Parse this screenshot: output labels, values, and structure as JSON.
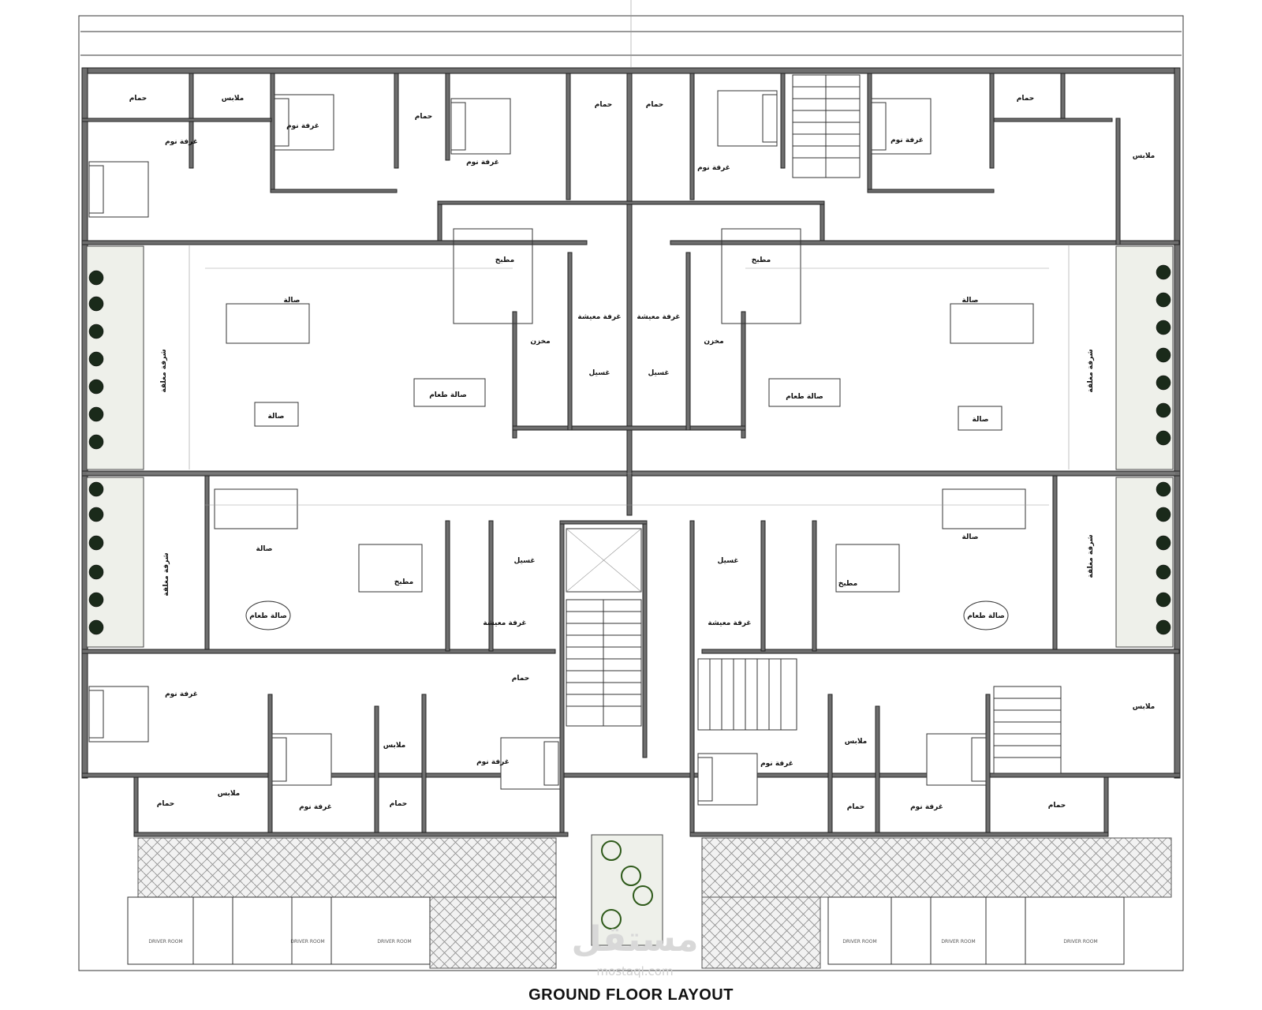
{
  "title": "GROUND FLOOR LAYOUT",
  "watermark": {
    "logo": "مستقل",
    "site": "mostaql.com"
  },
  "labels": {
    "bedroom": "غرفة نوم",
    "bathroom": "حمام",
    "wardrobe": "ملابس",
    "kitchen": "مطبخ",
    "living": "صالة",
    "dining": "صالة طعام",
    "maid_room": "غرفة معيشة",
    "laundry": "غسيل",
    "storage": "مخزن",
    "closed_balcony": "شرفة مغلقة",
    "driver": "DRIVER ROOM"
  },
  "colors": {
    "wall": "#6e6e6e",
    "line": "#333333"
  }
}
